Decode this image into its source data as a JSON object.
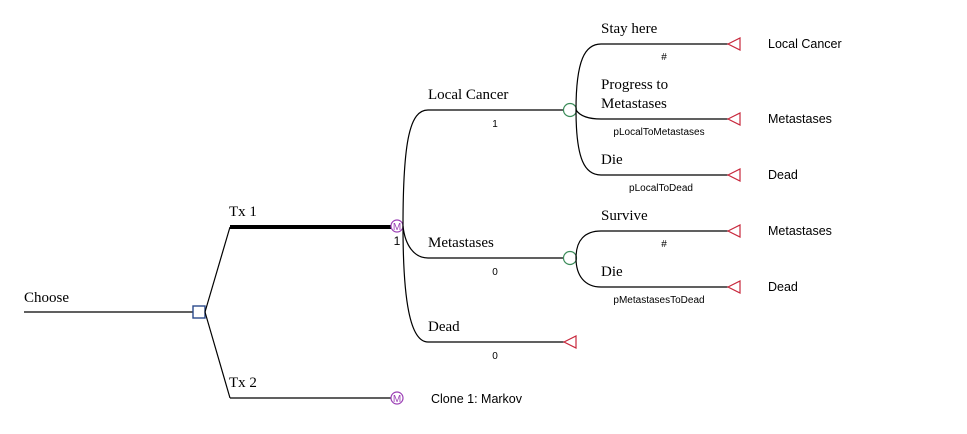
{
  "tree": {
    "root": {
      "name": "Choose",
      "node_type": "decision",
      "node_color": "#2a4a8c"
    },
    "strategies": [
      {
        "name": "Tx 1",
        "node_type": "markov",
        "node_glyph": "M",
        "node_color": "#9b3fb5",
        "highlighted": true,
        "markov_label": "1",
        "states": [
          {
            "name": "Local Cancer",
            "init_prob": "1",
            "node_type": "chance",
            "transitions": [
              {
                "name": "Stay here",
                "prob": "#",
                "jump_to": "Local Cancer"
              },
              {
                "name_line1": "Progress to",
                "name_line2": "Metastases",
                "prob": "pLocalToMetastases",
                "jump_to": "Metastases"
              },
              {
                "name": "Die",
                "prob": "pLocalToDead",
                "jump_to": "Dead"
              }
            ]
          },
          {
            "name": "Metastases",
            "init_prob": "0",
            "node_type": "chance",
            "transitions": [
              {
                "name": "Survive",
                "prob": "#",
                "jump_to": "Metastases"
              },
              {
                "name": "Die",
                "prob": "pMetastasesToDead",
                "jump_to": "Dead"
              }
            ]
          },
          {
            "name": "Dead",
            "init_prob": "0",
            "node_type": "terminal"
          }
        ]
      },
      {
        "name": "Tx 2",
        "node_type": "markov",
        "node_glyph": "M",
        "node_color": "#9b3fb5",
        "clone_label": "Clone 1: Markov"
      }
    ],
    "colors": {
      "chance": "#3c8c5a",
      "terminal": "#c8283c",
      "line": "#000000"
    }
  }
}
